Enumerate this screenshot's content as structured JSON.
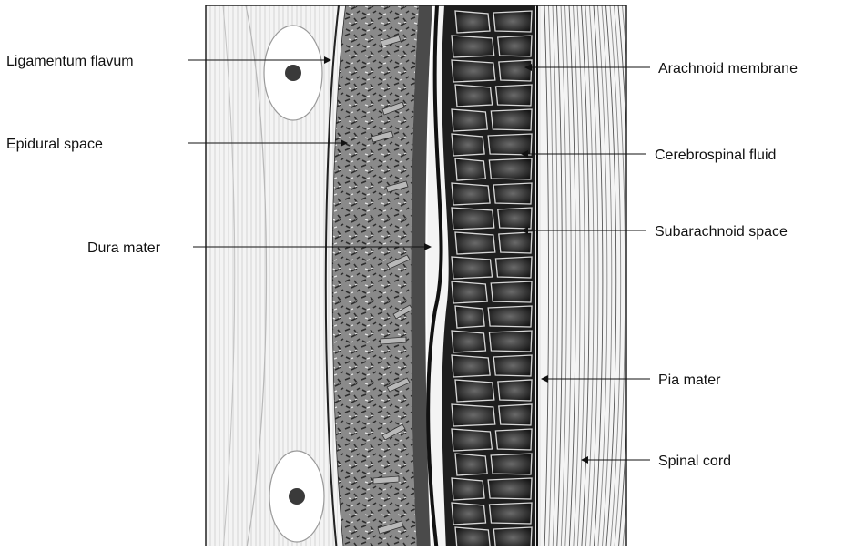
{
  "labels_left": [
    {
      "id": "ligamentum-flavum",
      "text": "Ligamentum flavum"
    },
    {
      "id": "epidural-space",
      "text": "Epidural space"
    },
    {
      "id": "dura-mater",
      "text": "Dura mater"
    }
  ],
  "labels_right": [
    {
      "id": "arachnoid-membrane",
      "text": "Arachnoid membrane"
    },
    {
      "id": "cerebrospinal-fluid",
      "text": "Cerebrospinal fluid"
    },
    {
      "id": "subarachnoid-space",
      "text": "Subarachnoid space"
    },
    {
      "id": "pia-mater",
      "text": "Pia mater"
    },
    {
      "id": "spinal-cord",
      "text": "Spinal cord"
    }
  ]
}
